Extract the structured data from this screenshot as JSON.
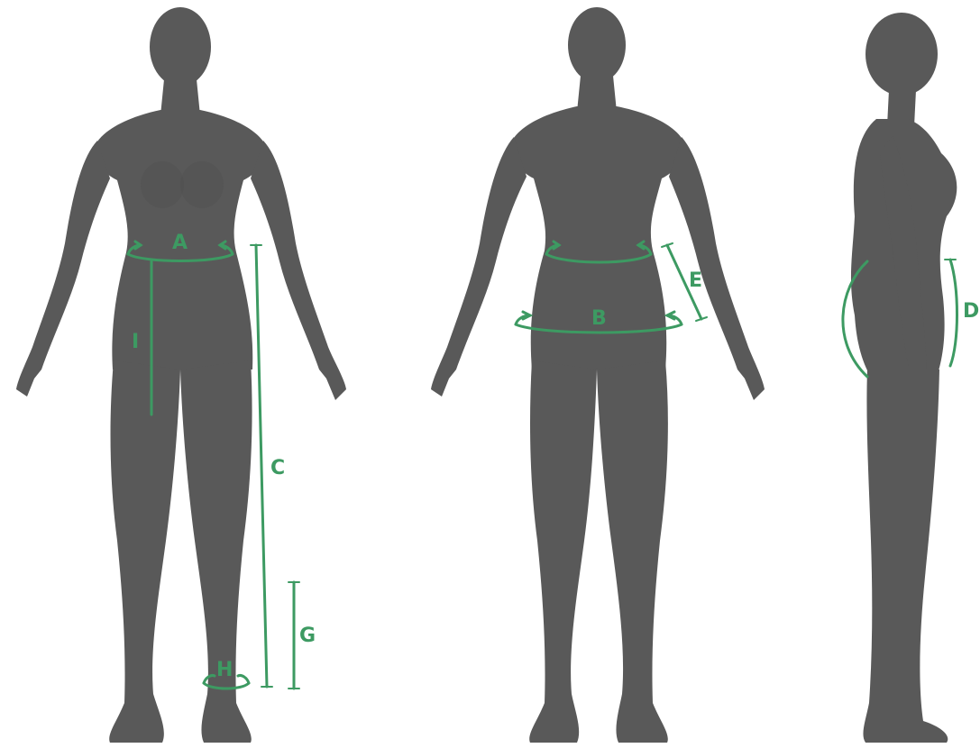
{
  "labels": {
    "a": "A",
    "b": "B",
    "c": "C",
    "d": "D",
    "e": "E",
    "g": "G",
    "h": "H",
    "i": "I"
  },
  "colors": {
    "figure": "#595959",
    "measure": "#3d9a62",
    "background": "#ffffff"
  }
}
